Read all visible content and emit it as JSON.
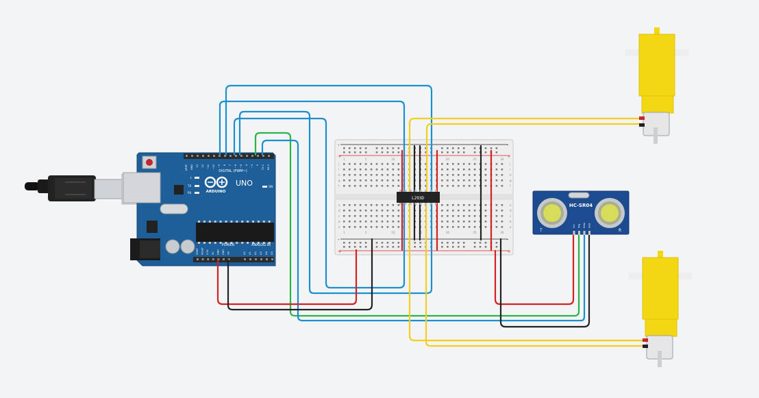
{
  "canvas": {
    "background": "#f3f4f6"
  },
  "arduino": {
    "brand": "ARDUINO",
    "model": "UNO",
    "digital_label": "DIGITAL (PWM~)",
    "power_label": "POWER",
    "analog_label": "ANALOG IN",
    "on_label": "ON",
    "led_l": "L",
    "led_tx": "TX",
    "led_rx": "RX",
    "digital_pins": [
      "AREF",
      "GND",
      "13",
      "12",
      "~11",
      "~10",
      "~9",
      "8",
      "7",
      "~6",
      "~5",
      "4",
      "~3",
      "2",
      "TX 1",
      "RX 0"
    ],
    "power_pins": [
      "IOREF",
      "RESET",
      "3.3V",
      "5V",
      "GND",
      "GND",
      "Vin"
    ],
    "analog_pins": [
      "A0",
      "A1",
      "A2",
      "A3",
      "A4",
      "A5"
    ],
    "colors": {
      "board": "#1e5f99",
      "header": "#2b2b2b"
    }
  },
  "breadboard": {
    "rail_plus": "+",
    "rail_minus": "-",
    "column_numbers": [
      "1",
      "5",
      "10",
      "15",
      "20",
      "25",
      "30"
    ],
    "row_letters_top": [
      "j",
      "i",
      "h",
      "g",
      "f"
    ],
    "row_letters_bottom": [
      "e",
      "d",
      "c",
      "b",
      "a"
    ]
  },
  "driver_ic": {
    "label": "L293D"
  },
  "sensor": {
    "label": "HC-SR04",
    "pins": [
      "Vcc",
      "Trig",
      "Echo",
      "Gnd"
    ],
    "left_mark": "T",
    "right_mark": "R"
  },
  "wire_colors": {
    "blue": "#1a8fd0",
    "green": "#2cb34a",
    "red": "#d42020",
    "black": "#222222",
    "yellow": "#f2cf1f"
  },
  "motor": {
    "body_color": "#f3d712"
  }
}
